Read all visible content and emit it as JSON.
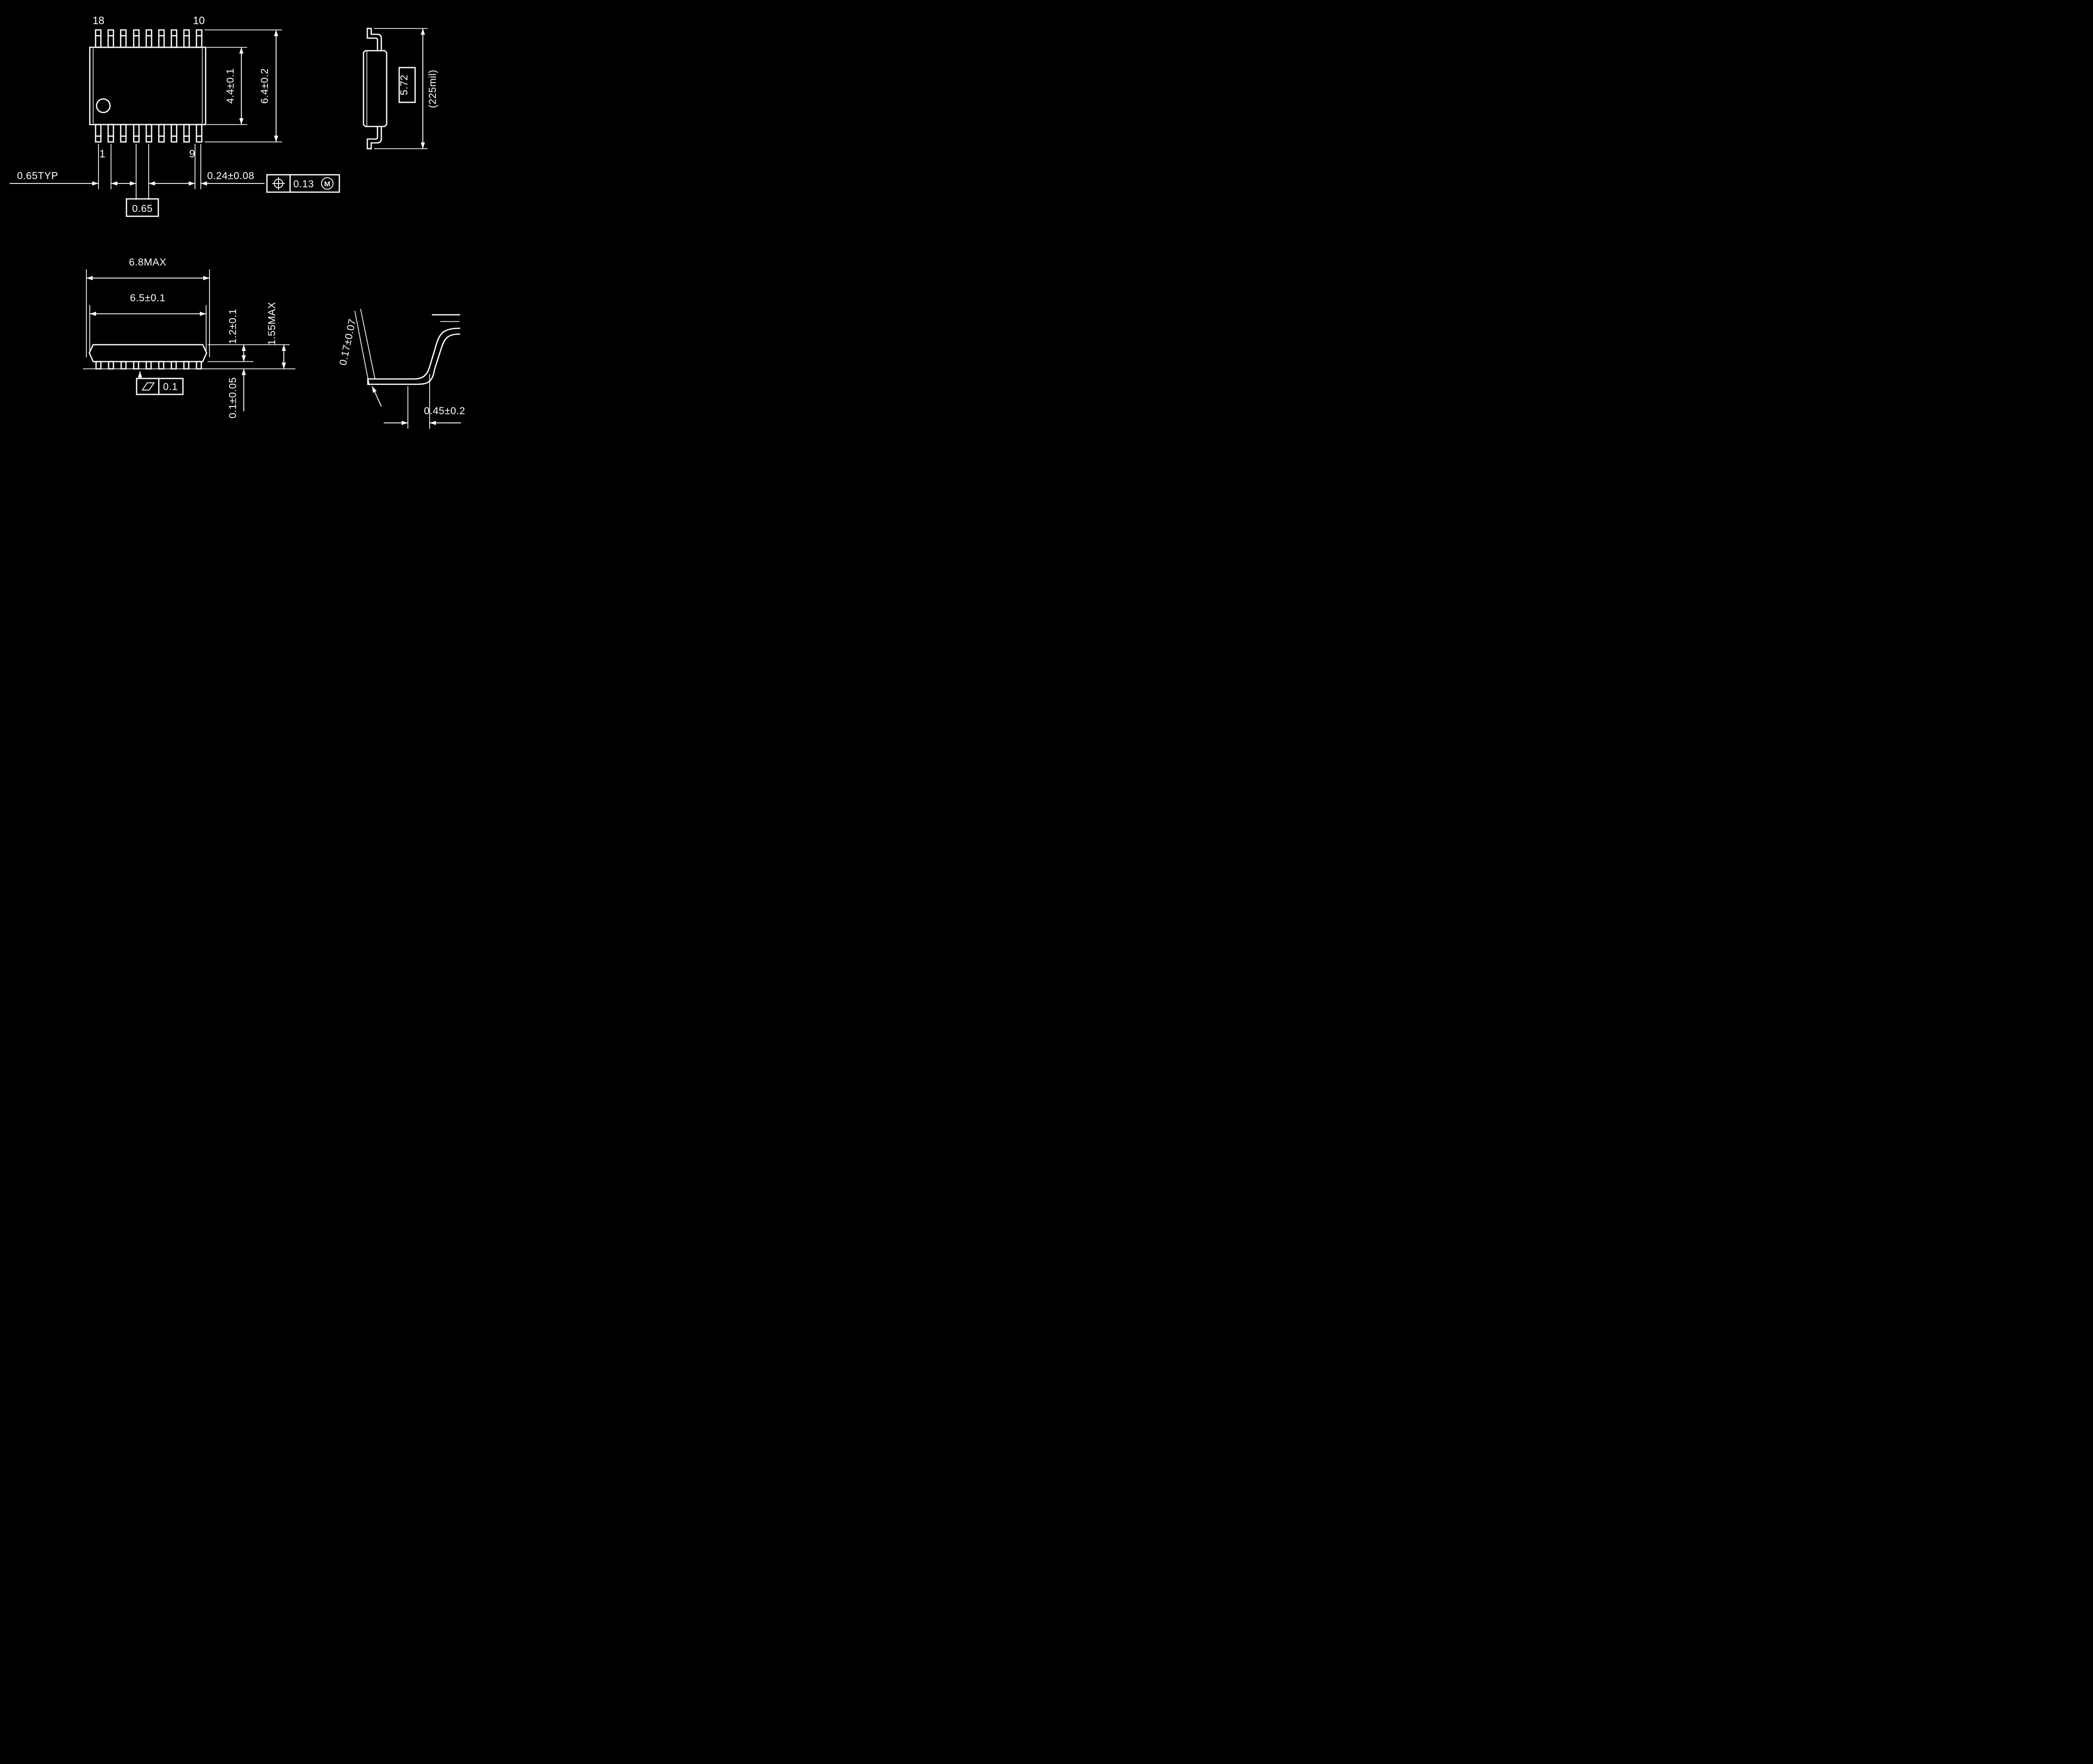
{
  "drawing": {
    "colors": {
      "background": "#000000",
      "line": "#ffffff"
    },
    "top_view": {
      "pin18": "18",
      "pin10": "10",
      "pin1": "1",
      "pin9": "9",
      "body_width": "4.4±0.1",
      "overall_width": "6.4±0.2",
      "pitch_typ": "0.65TYP",
      "lead_width": "0.24±0.08",
      "pitch_basic": "0.65",
      "position_tol": "0.13",
      "modifier": "M"
    },
    "end_view": {
      "footprint_mm": "5.72",
      "footprint_mil": "(225mil)"
    },
    "side_view": {
      "overall_length": "6.8MAX",
      "body_length": "6.5±0.1",
      "body_thickness": "1.2±0.1",
      "overall_height": "1.55MAX",
      "standoff": "0.1±0.05",
      "coplanarity": "0.1"
    },
    "lead_detail": {
      "lead_thickness": "0.17±0.07",
      "foot_length": "0.45±0.2"
    }
  }
}
